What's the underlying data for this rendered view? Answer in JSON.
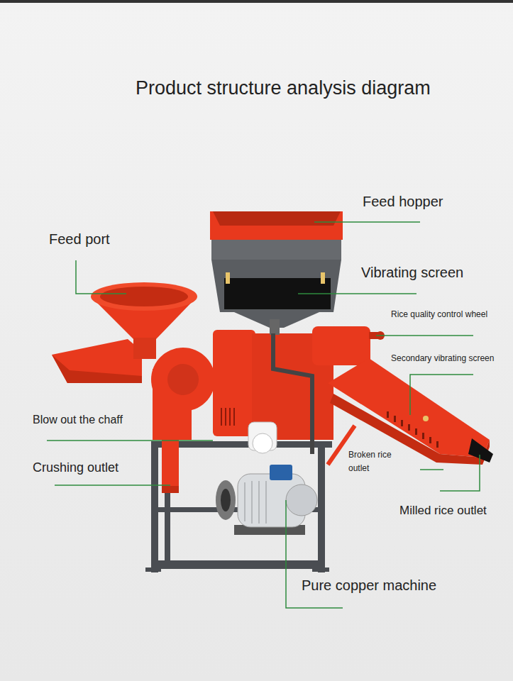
{
  "diagram": {
    "title": "Product structure analysis diagram",
    "labels": [
      "Feed hopper",
      "Feed port",
      "Vibrating screen",
      "Rice quality control wheel",
      "Secondary vibrating screen",
      "Blow out the chaff",
      "Broken rice outlet",
      "Crushing outlet",
      "Milled rice outlet",
      "Pure copper machine"
    ]
  }
}
